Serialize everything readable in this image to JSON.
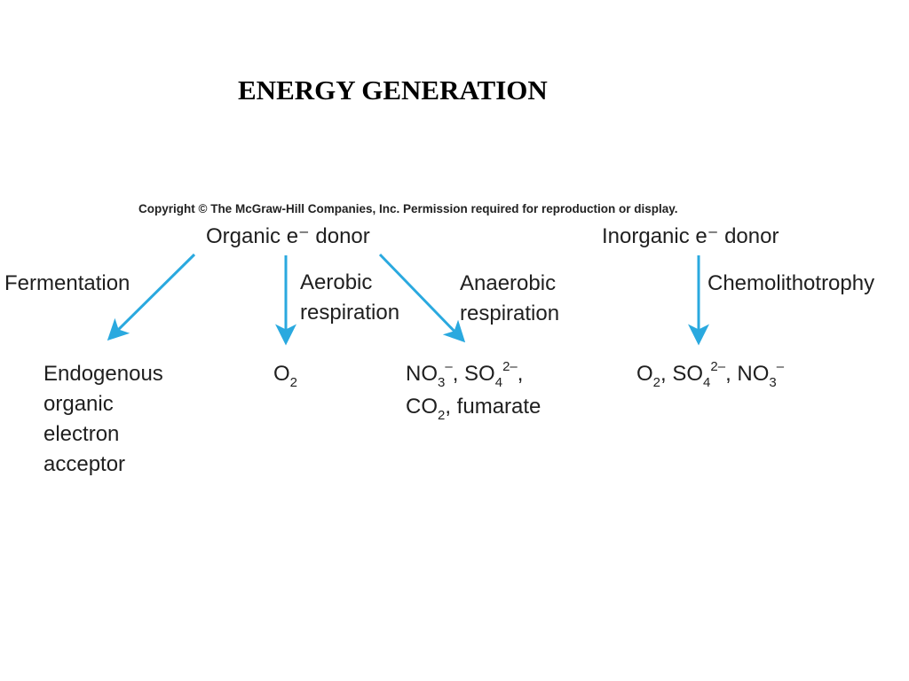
{
  "slide": {
    "title": "ENERGY GENERATION",
    "copyright": "Copyright © The McGraw-Hill Companies, Inc. Permission required for reproduction or display."
  },
  "diagram": {
    "arrow_color": "#2aa9df",
    "donors": {
      "organic": "Organic e⁻ donor",
      "inorganic": "Inorganic e⁻ donor"
    },
    "pathways": {
      "fermentation": "Fermentation",
      "aerobic": [
        "Aerobic",
        "respiration"
      ],
      "anaerobic": [
        "Anaerobic",
        "respiration"
      ],
      "chemolithotrophy": "Chemolithotrophy"
    },
    "acceptors": {
      "endogenous": [
        "Endogenous",
        "organic",
        "electron",
        "acceptor"
      ],
      "oxygen": {
        "base": "O",
        "sub": "2"
      },
      "anaerobic": {
        "no3_base": "NO",
        "no3_sub": "3",
        "no3_sup": "–",
        "sep1": ", ",
        "so4_base": "SO",
        "so4_sub": "4",
        "so4_sup": "2–",
        "sep2": ",",
        "co2_base": "CO",
        "co2_sub": "2",
        "co2_rest": ", fumarate"
      },
      "chemolithotrophy": {
        "o2_base": "O",
        "o2_sub": "2",
        "sep1": ", ",
        "so4_base": "SO",
        "so4_sub": "4",
        "so4_sup": "2–",
        "sep2": ", ",
        "no3_base": "NO",
        "no3_sub": "3",
        "no3_sup": "–"
      }
    }
  }
}
